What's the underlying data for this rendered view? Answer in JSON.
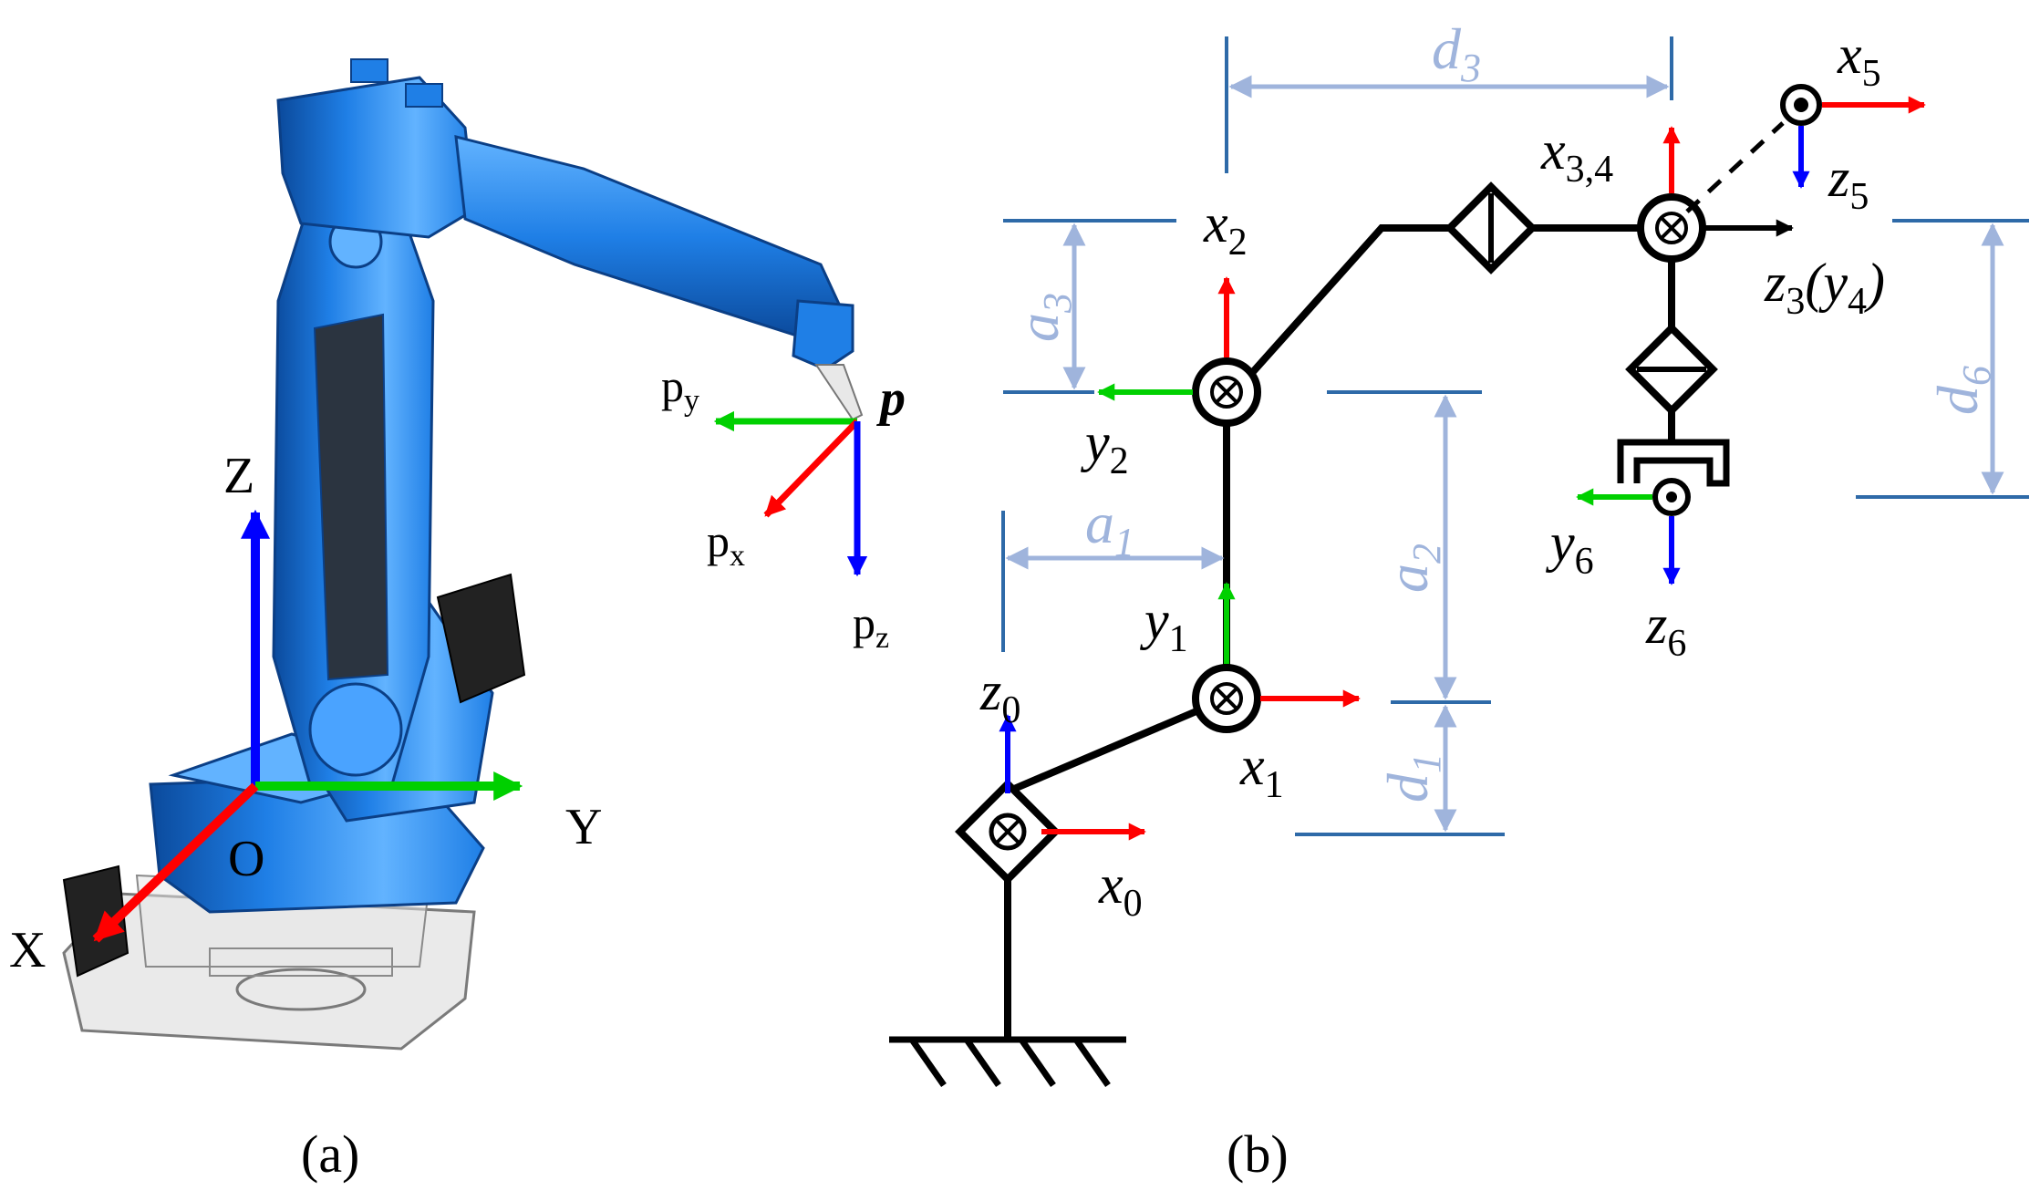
{
  "colors": {
    "robot_blue": "#1f7fe6",
    "robot_dark": "#0b4a9c",
    "robot_light": "#62b3ff",
    "axis_red": "#ff0000",
    "axis_green": "#00d000",
    "axis_blue": "#0000ff",
    "dimension": "#9fb4dc",
    "dim_line": "#2e6aa8",
    "base_gray": "#c7c7c7"
  },
  "panel_a": {
    "caption": "(a)",
    "world_frame": {
      "origin": "O",
      "x": "X",
      "y": "Y",
      "z": "Z"
    },
    "tool_frame": {
      "point": "p",
      "x": {
        "base": "p",
        "sub": "x"
      },
      "y": {
        "base": "p",
        "sub": "y"
      },
      "z": {
        "base": "p",
        "sub": "z"
      }
    }
  },
  "panel_b": {
    "caption": "(b)",
    "axes": {
      "x0": {
        "base": "x",
        "sub": "0"
      },
      "z0": {
        "base": "z",
        "sub": "0"
      },
      "x1": {
        "base": "x",
        "sub": "1"
      },
      "y1": {
        "base": "y",
        "sub": "1"
      },
      "x2": {
        "base": "x",
        "sub": "2"
      },
      "y2": {
        "base": "y",
        "sub": "2"
      },
      "x34": {
        "base": "x",
        "sub": "3,4"
      },
      "z3y4": {
        "base": "z",
        "sub": "3",
        "tail": "(y",
        "tail_sub": "4",
        "close": ")"
      },
      "x5": {
        "base": "x",
        "sub": "5"
      },
      "z5": {
        "base": "z",
        "sub": "5"
      },
      "y6": {
        "base": "y",
        "sub": "6"
      },
      "z6": {
        "base": "z",
        "sub": "6"
      }
    },
    "dimensions": {
      "a1": {
        "base": "a",
        "sub": "1"
      },
      "a2": {
        "base": "a",
        "sub": "2"
      },
      "a3": {
        "base": "a",
        "sub": "3"
      },
      "d1": {
        "base": "d",
        "sub": "1"
      },
      "d3": {
        "base": "d",
        "sub": "3"
      },
      "d6": {
        "base": "d",
        "sub": "6"
      }
    }
  }
}
